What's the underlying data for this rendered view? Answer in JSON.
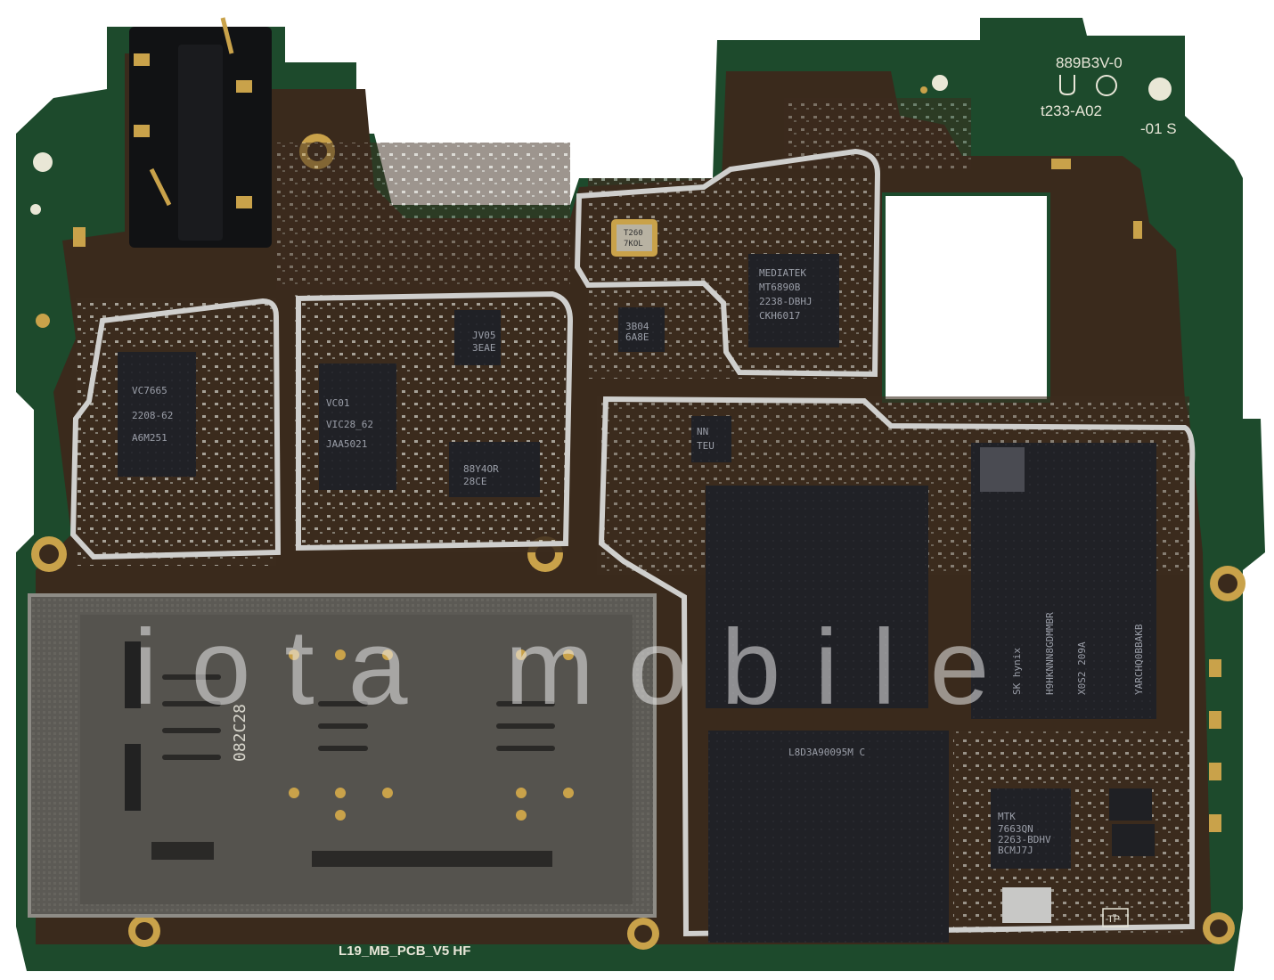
{
  "board": {
    "pcb_label": "L19_MB_PCB_V5 HF",
    "corner_code_1": "889B3V-0",
    "corner_code_2": "t233-A02",
    "corner_code_3": "-01 S",
    "sim_tray_code": "082C28",
    "crystal": {
      "line1": "T260",
      "line2": "7KOL"
    }
  },
  "chips": {
    "pmic_left": {
      "line1": "VC7665",
      "line2": "2208-62",
      "line3": "A6M251"
    },
    "pmic_mid": {
      "line1": "VC01",
      "line2": "VIC28_62",
      "line3": "JAA5021"
    },
    "small_mid_top": {
      "line1": "JV05",
      "line2": "3EAE"
    },
    "small_mid_bottom": {
      "line1": "88Y4OR",
      "line2": "28CE"
    },
    "mediatek": {
      "line1": "MEDIATEK",
      "line2": "MT6890B",
      "line3": "2238-DBHJ",
      "line4": "CKH6017"
    },
    "small_upper": {
      "line1": "3B04",
      "line2": "6A8E"
    },
    "nn_chip": {
      "line1": "NN",
      "line2": "TEU"
    },
    "soc_bottom": {
      "line1": "L8D3A90095M C"
    },
    "ram": {
      "line1": "SK hynix",
      "line2": "H9HKNNN8GDMMBR",
      "line3": "X0S2 209A",
      "line4": "YARCHQ0BBAKB"
    },
    "mtk_pmic": {
      "line1": "MTK",
      "line2": "7663QN",
      "line3": "2263-BDHV",
      "line4": "BCMJ7J"
    },
    "tp_label": "TP"
  },
  "watermark": {
    "text": "iota mobile"
  },
  "colors": {
    "pcb_green": "#1d4a2c",
    "copper_brown": "#3a2a1c",
    "solder_silver": "#d9d9d6",
    "gold_pad": "#c9a24a",
    "chip_black": "#1f2024",
    "background": "#ffffff"
  }
}
